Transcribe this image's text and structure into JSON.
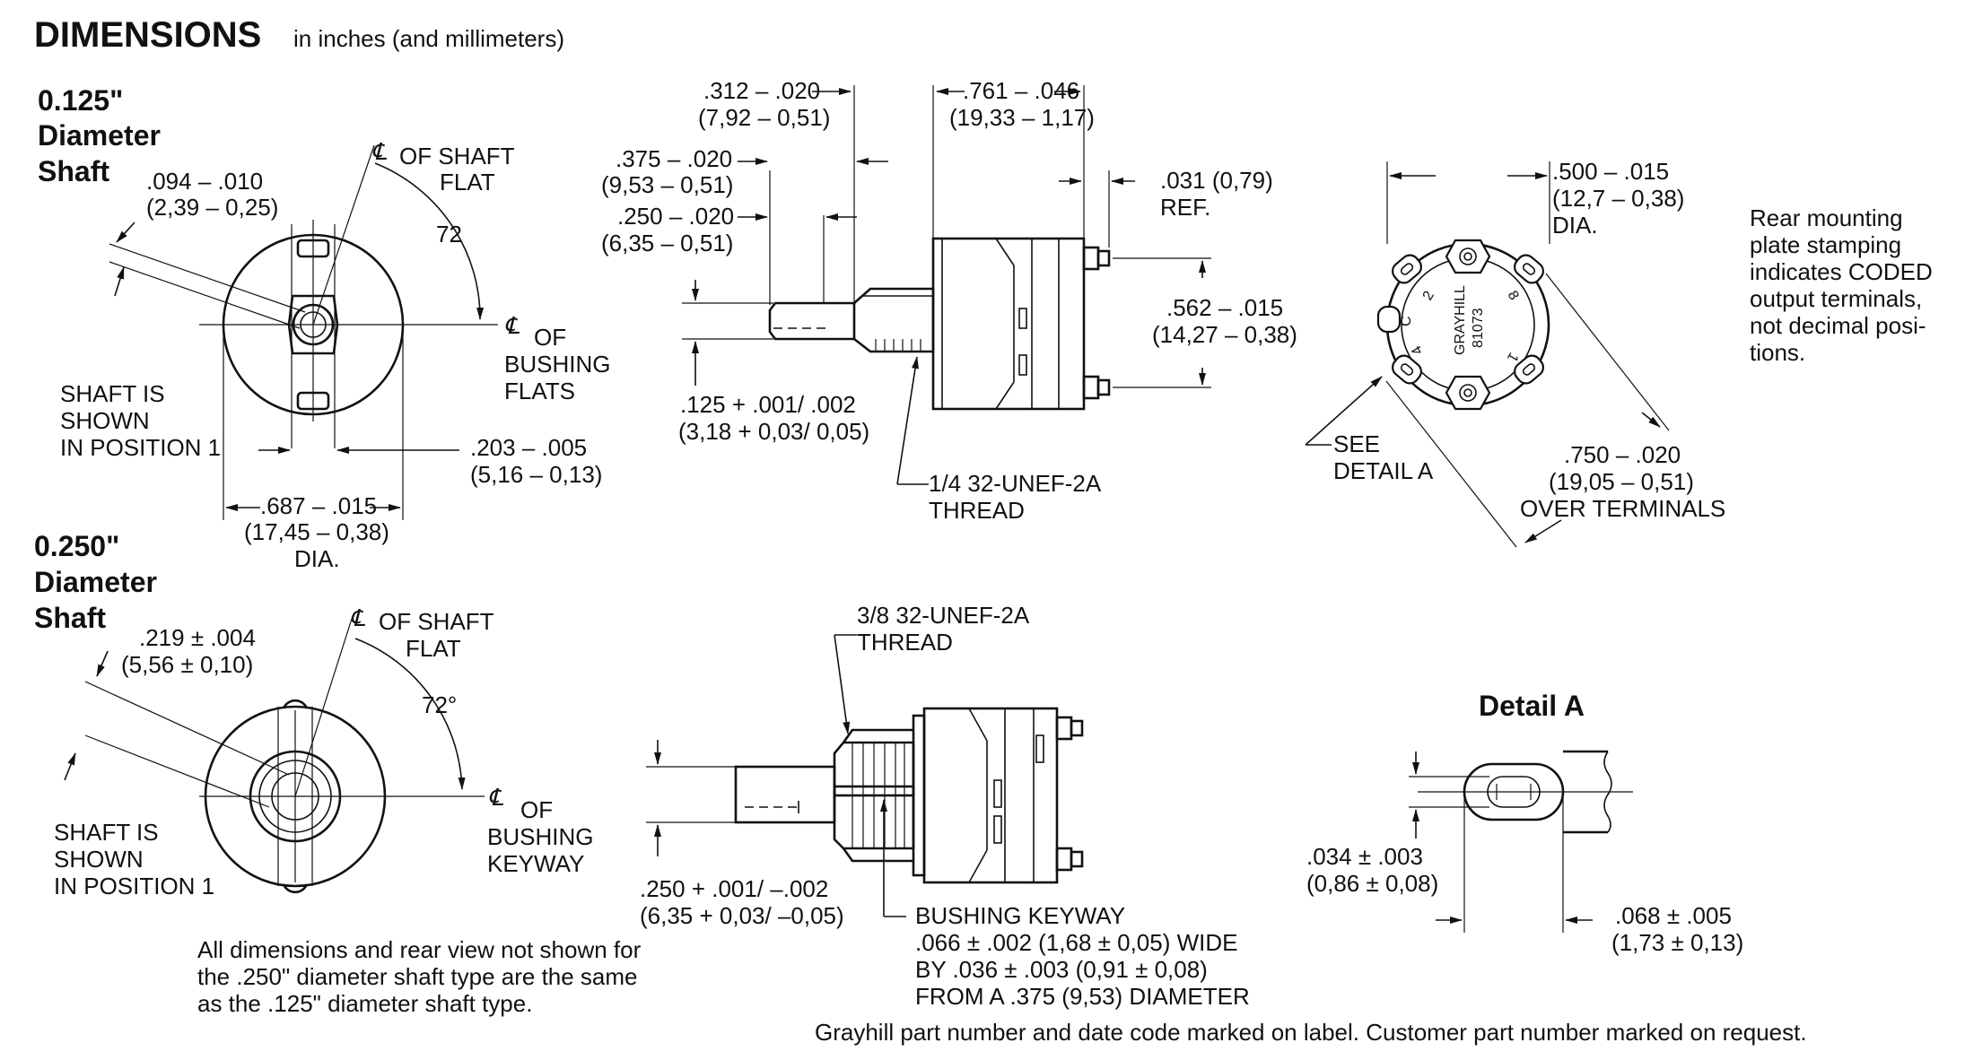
{
  "title": {
    "main": "DIMENSIONS",
    "sub": "in inches (and millimeters)"
  },
  "shaft_125": {
    "label_line1": "0.125\"",
    "label_line2": "Diameter",
    "label_line3": "Shaft",
    "dim_flat_1": ".094 – .010",
    "dim_flat_2": "(2,39 – 0,25)",
    "cl_shaft_flat_1": "OF SHAFT",
    "cl_shaft_flat_2": "FLAT",
    "angle": "72",
    "cl_bushing_1": "OF",
    "cl_bushing_2": "BUSHING",
    "cl_bushing_3": "FLATS",
    "shaft_pos_1": "SHAFT IS",
    "shaft_pos_2": "SHOWN",
    "shaft_pos_3": "IN POSITION 1",
    "dim_203_1": ".203 – .005",
    "dim_203_2": "(5,16 – 0,13)",
    "dim_687_1": ".687 – .015",
    "dim_687_2": "(17,45 – 0,38)",
    "dim_687_3": "DIA."
  },
  "side_125": {
    "dim_312_1": ".312 – .020",
    "dim_312_2": "(7,92 – 0,51)",
    "dim_761_1": ".761 – .046",
    "dim_761_2": "(19,33 – 1,17)",
    "dim_375_1": ".375 – .020",
    "dim_375_2": "(9,53 – 0,51)",
    "dim_250_1": ".250 – .020",
    "dim_250_2": "(6,35 – 0,51)",
    "dim_031_1": ".031 (0,79)",
    "dim_031_2": "REF.",
    "dim_562_1": ".562 – .015",
    "dim_562_2": "(14,27 – 0,38)",
    "dim_125_1": ".125 + .001/  .002",
    "dim_125_2": "(3,18 + 0,03/  0,05)",
    "thread_1": "1/4 32-UNEF-2A",
    "thread_2": "THREAD"
  },
  "rear_view": {
    "dim_500_1": ".500 – .015",
    "dim_500_2": "(12,7 – 0,38)",
    "dim_500_3": "DIA.",
    "see_1": "SEE",
    "see_2": "DETAIL A",
    "dim_750_1": ".750 – .020",
    "dim_750_2": "(19,05 – 0,51)",
    "dim_750_3": "OVER TERMINALS",
    "stamp_brand": "GRAYHILL",
    "stamp_part": "81073",
    "term_labels": [
      "2",
      "8",
      "C",
      "4",
      "1"
    ],
    "note_1": "Rear mounting",
    "note_2": "plate stamping",
    "note_3": "indicates CODED",
    "note_4": "output terminals,",
    "note_5": "not decimal posi-",
    "note_6": "tions."
  },
  "shaft_250": {
    "label_line1": "0.250\"",
    "label_line2": "Diameter",
    "label_line3": "Shaft",
    "dim_219_1": ".219 ± .004",
    "dim_219_2": "(5,56 ± 0,10)",
    "cl_shaft_flat_1": "OF SHAFT",
    "cl_shaft_flat_2": "FLAT",
    "angle": "72°",
    "cl_bushing_1": "OF",
    "cl_bushing_2": "BUSHING",
    "cl_bushing_3": "KEYWAY",
    "shaft_pos_1": "SHAFT IS",
    "shaft_pos_2": "SHOWN",
    "shaft_pos_3": "IN POSITION 1",
    "note_1": "All dimensions and rear view not shown for",
    "note_2": "the .250\" diameter shaft type are the same",
    "note_3": "as the .125\" diameter shaft type."
  },
  "side_250": {
    "thread_1": "3/8 32-UNEF-2A",
    "thread_2": "THREAD",
    "dim_250_1": ".250 + .001/ –.002",
    "dim_250_2": "(6,35 + 0,03/ –0,05)",
    "keyway_1": "BUSHING KEYWAY",
    "keyway_2": ".066 ± .002 (1,68 ± 0,05) WIDE",
    "keyway_3": "BY .036 ± .003 (0,91 ± 0,08)",
    "keyway_4": "FROM A .375 (9,53) DIAMETER"
  },
  "detail_a": {
    "title": "Detail A",
    "dim_034_1": ".034 ± .003",
    "dim_034_2": "(0,86 ± 0,08)",
    "dim_068_1": ".068 ± .005",
    "dim_068_2": "(1,73 ± 0,13)"
  },
  "footer": {
    "note": "Grayhill part number and date code marked on label. Customer part number marked on request."
  }
}
